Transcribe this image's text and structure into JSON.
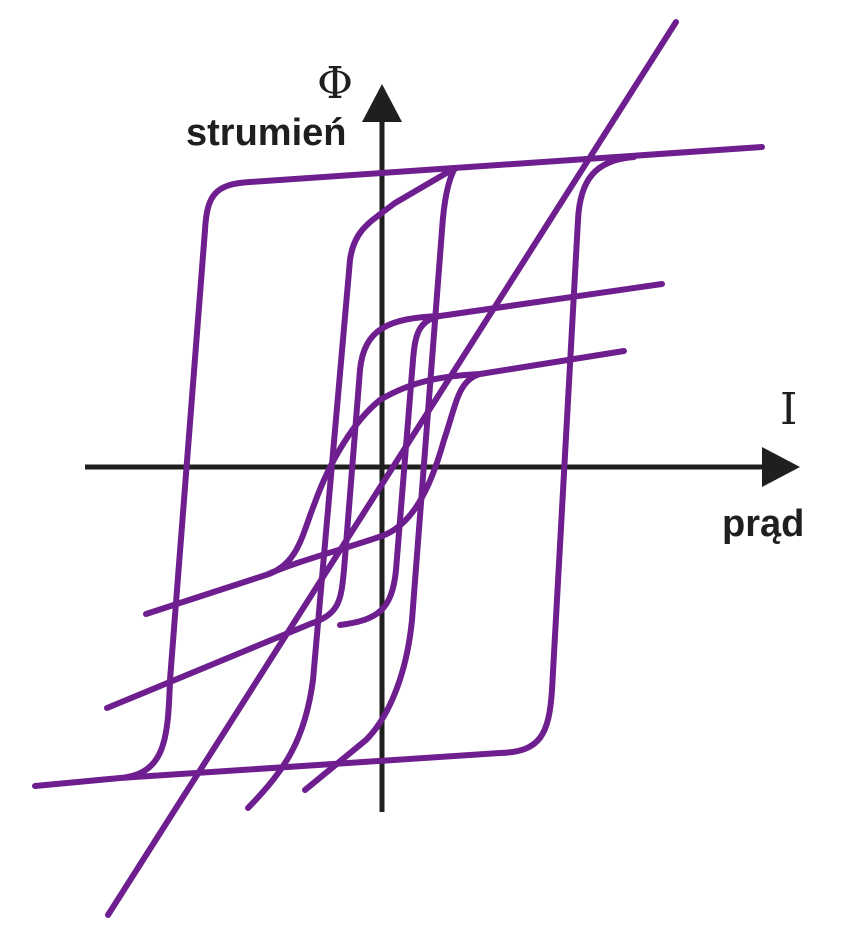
{
  "axes": {
    "y_symbol": "Φ",
    "y_label": "strumień",
    "x_symbol": "I",
    "x_label": "prąd"
  },
  "colors": {
    "curve": "#6e1e8e",
    "axis": "#1f1f1f",
    "background": "#ffffff"
  },
  "curves": [
    "linear-magnetization-line",
    "small-hysteresis-loop",
    "medium-hysteresis-loop",
    "large-hysteresis-loop"
  ]
}
